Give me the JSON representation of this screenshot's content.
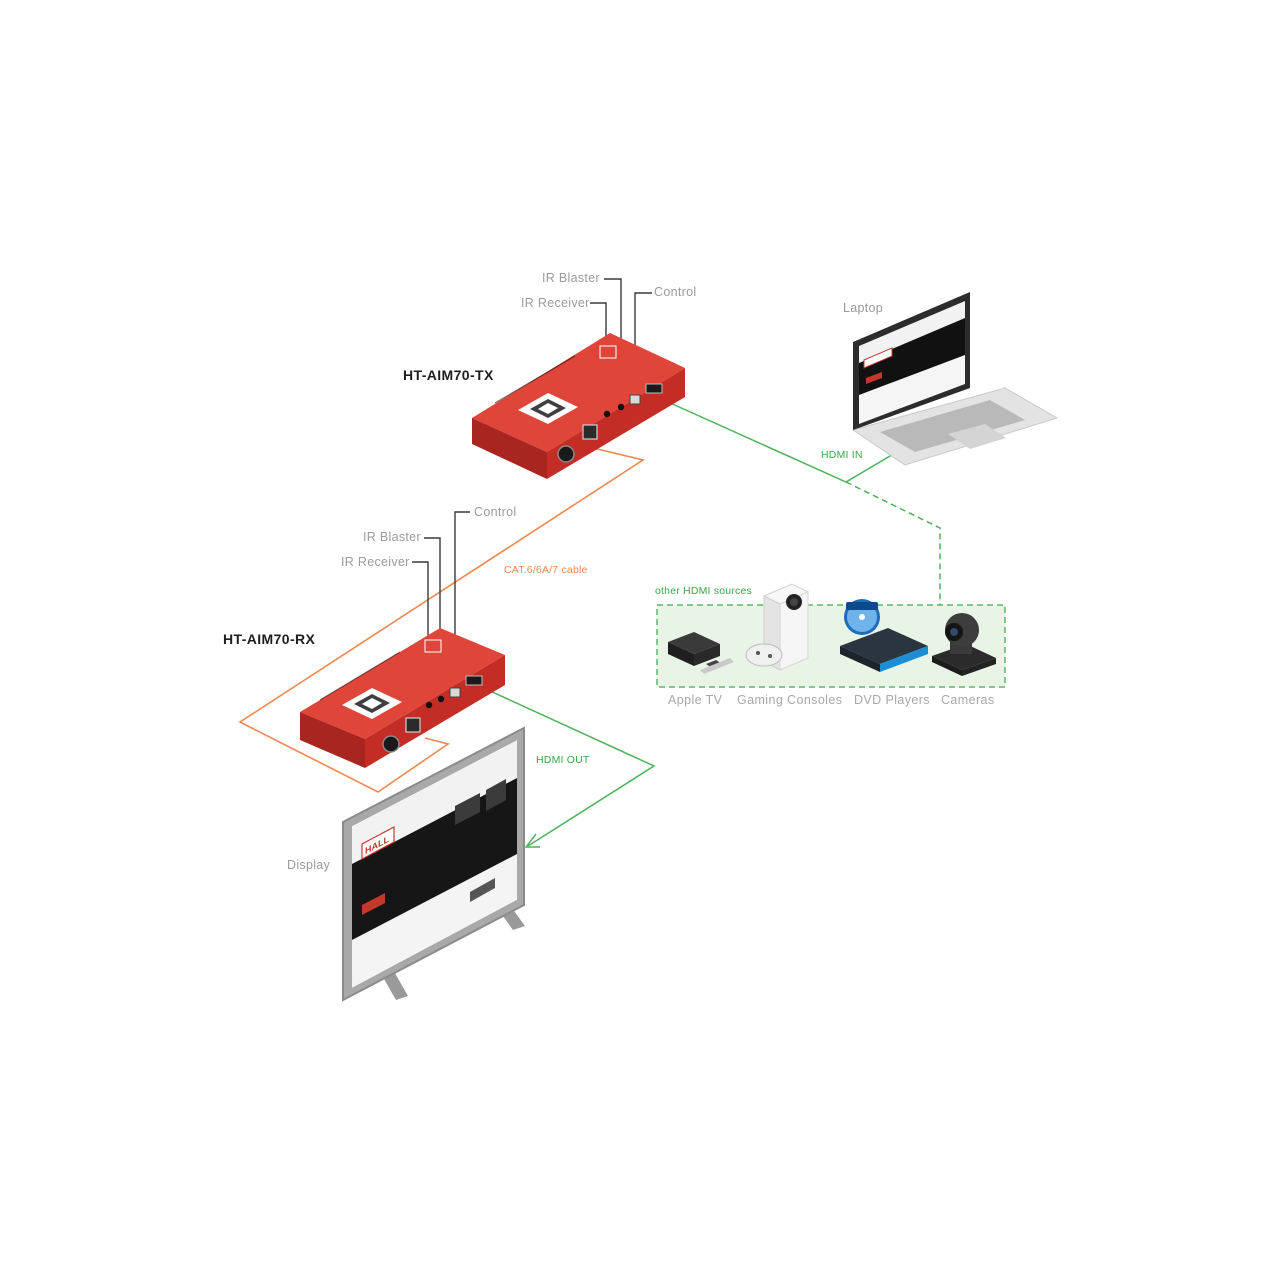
{
  "tx": {
    "model": "HT-AIM70-TX",
    "ports": {
      "ir_blaster": "IR Blaster",
      "ir_receiver": "IR Receiver",
      "control": "Control"
    }
  },
  "rx": {
    "model": "HT-AIM70-RX",
    "ports": {
      "ir_blaster": "IR Blaster",
      "ir_receiver": "IR Receiver",
      "control": "Control"
    }
  },
  "laptop": {
    "label": "Laptop"
  },
  "display": {
    "label": "Display"
  },
  "links": {
    "hdmi_in": "HDMI IN",
    "hdmi_out": "HDMI OUT",
    "cable": "CAT.6/6A/7 cable"
  },
  "sources": {
    "title": "other HDMI sources",
    "items": [
      "Apple TV",
      "Gaming Consoles",
      "DVD Players",
      "Cameras"
    ]
  },
  "logo_text": "HALL",
  "colors": {
    "device_red": "#d9342b",
    "hdmi_green": "#4fb25b",
    "cable_orange": "#f0874f",
    "source_box_bg": "#e8f4e6",
    "label_gray": "#9b9b9b"
  }
}
